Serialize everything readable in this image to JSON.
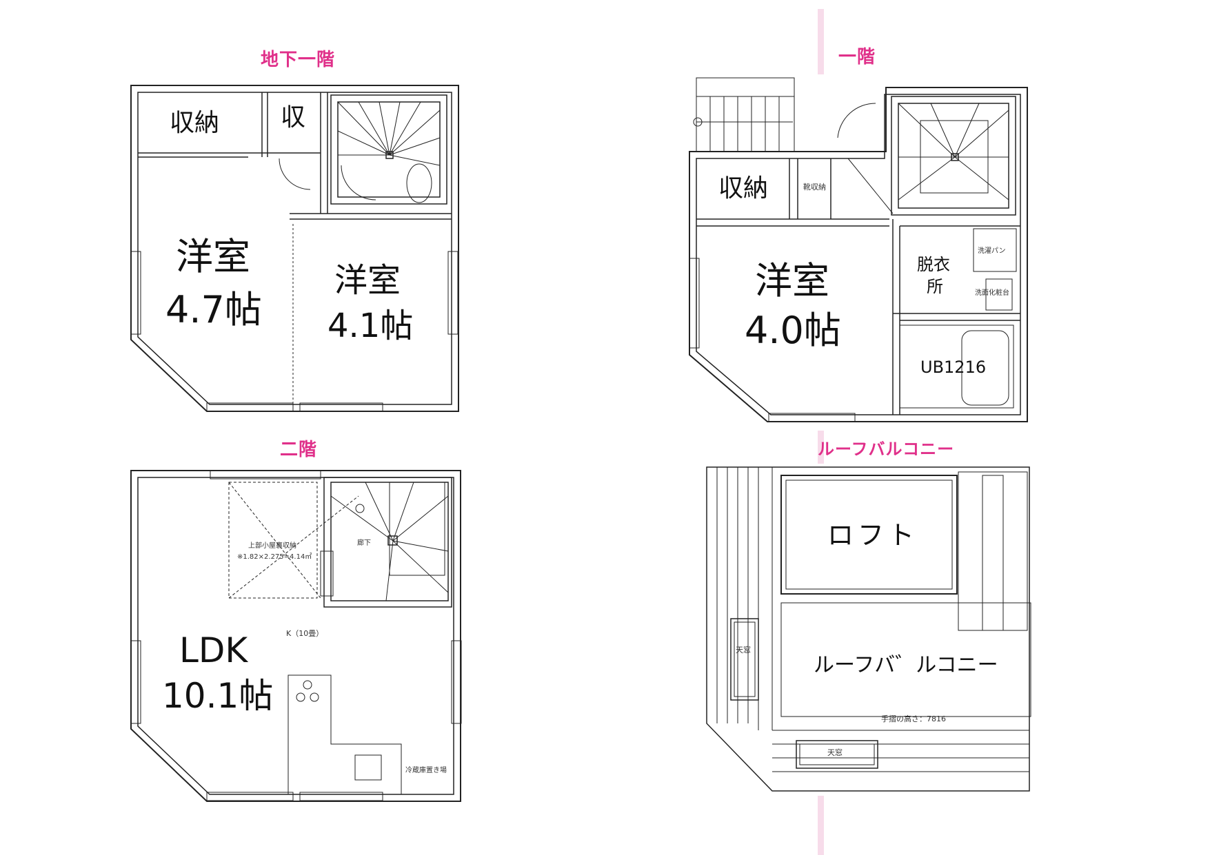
{
  "floors": {
    "basement": {
      "title": "地下一階",
      "rooms": {
        "storage1": "収納",
        "storage2": "収",
        "western_a_name": "洋室",
        "western_a_size": "4.7帖",
        "western_b_name": "洋室",
        "western_b_size": "4.1帖"
      }
    },
    "first": {
      "title": "一階",
      "rooms": {
        "storage": "収納",
        "shoe_storage": "靴収納",
        "western_name": "洋室",
        "western_size": "4.0帖",
        "dressing_line1": "脱衣",
        "dressing_line2": "所",
        "laundry_pan": "洗濯パン",
        "vanity": "洗面化粧台",
        "bath": "UB1216"
      }
    },
    "second": {
      "title": "二階",
      "rooms": {
        "attic_storage": "上部小屋裏収納",
        "attic_area": "※1.82×2.275≒4.14㎡",
        "hallway": "廊下",
        "kitchen_note": "K（10畳）",
        "ldk_name": "LDK",
        "ldk_size": "10.1帖",
        "fridge": "冷蔵庫置き場"
      }
    },
    "roof": {
      "title": "ルーフバルコニー",
      "rooms": {
        "loft": "ロフト",
        "balcony": "ルーフバ゛ルコニー",
        "skylight1": "天窓",
        "skylight2": "天窓",
        "railing_height": "手摺の高さ：7816"
      }
    }
  },
  "colors": {
    "title": "#e0308a",
    "divider": "#f7dcea",
    "wall": "#222222"
  }
}
